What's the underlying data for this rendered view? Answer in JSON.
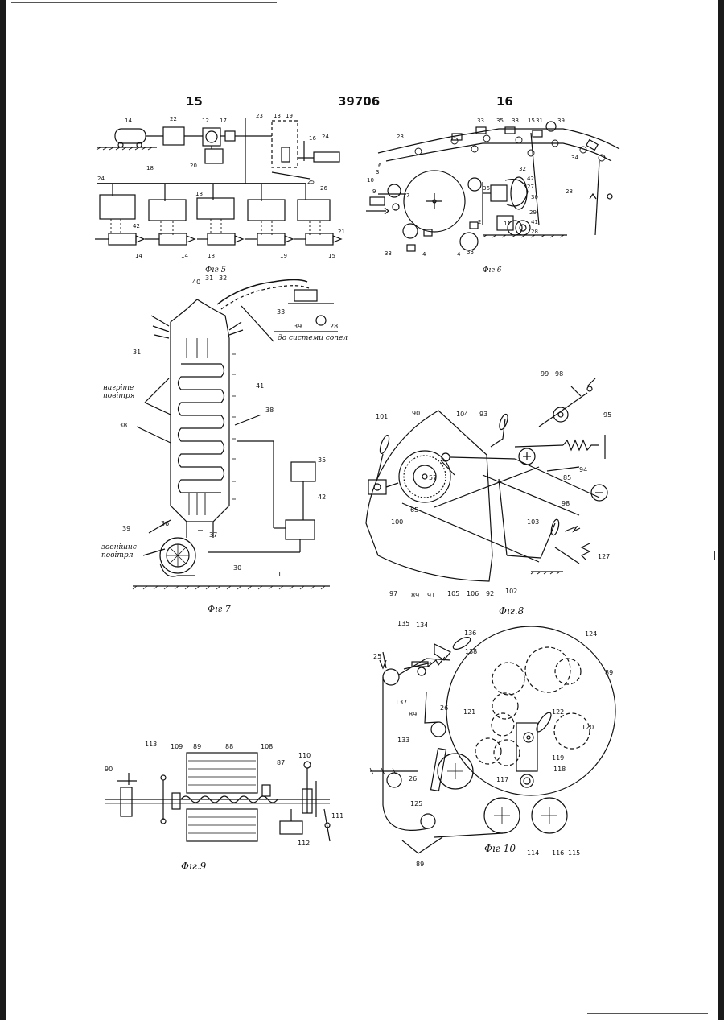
{
  "header": {
    "left_page": "15",
    "patent_number": "39706",
    "right_page": "16"
  },
  "fig5": {
    "caption": "Фıг 5",
    "labels": [
      "14",
      "22",
      "12",
      "17",
      "13",
      "19",
      "23",
      "16",
      "24",
      "25",
      "20",
      "18",
      "24",
      "42",
      "18",
      "26",
      "14",
      "14",
      "18",
      "19",
      "15",
      "21"
    ]
  },
  "fig6": {
    "caption": "Фıг 6",
    "labels": [
      "33",
      "35",
      "33",
      "15",
      "31",
      "39",
      "23",
      "34",
      "32",
      "42",
      "27",
      "36",
      "30",
      "28",
      "29",
      "41",
      "28",
      "11",
      "3",
      "7",
      "6",
      "33",
      "4",
      "4",
      "33",
      "2",
      "9",
      "10"
    ]
  },
  "fig7": {
    "caption": "Фıг 7",
    "labels": [
      "40",
      "31",
      "32",
      "33",
      "39",
      "28",
      "31",
      "41",
      "38",
      "38",
      "35",
      "42",
      "39",
      "36",
      "37",
      "30",
      "1"
    ],
    "notes": {
      "heated_air": [
        "нагріте",
        "повітря"
      ],
      "outside_air": [
        "зовнішнє",
        "повітря"
      ],
      "to_nozzles": "до системи сопел"
    }
  },
  "fig8": {
    "caption": "Фıг.8",
    "labels": [
      "101",
      "90",
      "104",
      "93",
      "99",
      "98",
      "95",
      "57",
      "94",
      "85",
      "98",
      "103",
      "100",
      "65",
      "127",
      "97",
      "89",
      "91",
      "105",
      "106",
      "92",
      "102"
    ]
  },
  "fig9": {
    "caption": "Фıг.9",
    "labels": [
      "90",
      "113",
      "109",
      "89",
      "88",
      "108",
      "110",
      "87",
      "111",
      "112"
    ]
  },
  "fig10": {
    "caption": "Фıг 10",
    "labels": [
      "135",
      "134",
      "136",
      "124",
      "25",
      "138",
      "89",
      "137",
      "26",
      "89",
      "121",
      "122",
      "120",
      "133",
      "119",
      "125",
      "26",
      "118",
      "117",
      "114",
      "116",
      "115",
      "89"
    ]
  }
}
